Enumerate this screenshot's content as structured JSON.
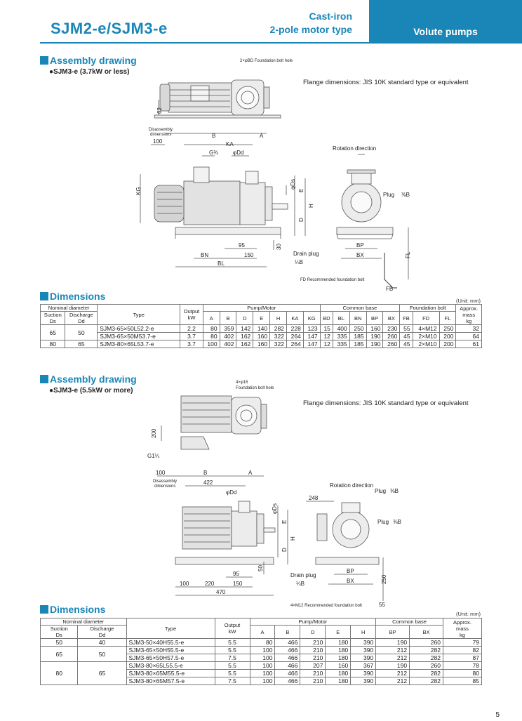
{
  "header": {
    "model": "SJM2-e/SJM3-e",
    "type_line1": "Cast-iron",
    "type_line2": "2-pole motor type",
    "category": "Volute pumps"
  },
  "section1": {
    "assembly_title": "Assembly drawing",
    "subtitle": "●SJM3-e (3.7kW or less)",
    "flange_note": "Flange dimensions: JIS 10K standard type or equivalent",
    "drawing_labels": {
      "bolt_hole": "2×φBD  Foundation bolt hole",
      "d62": "62",
      "disassembly": "Disassembly",
      "dimensions": "dimensions",
      "d100": "100",
      "B": "B",
      "A": "A",
      "KA": "KA",
      "G": "G¾",
      "Dd": "φDd",
      "Ds": "φDs",
      "KG": "KG",
      "E": "E",
      "H": "H",
      "D": "D",
      "d95": "95",
      "d30": "30",
      "BN": "BN",
      "d150": "150",
      "BL": "BL",
      "drain": "Drain plug",
      "drain_size": "¼B",
      "rotation": "Rotation direction",
      "plug": "Plug",
      "plug_size": "⅜B",
      "BP": "BP",
      "BX": "BX",
      "FL": "FL",
      "FB": "FB",
      "fd_note": "FD Recommended foundation bolt"
    },
    "dimensions_title": "Dimensions",
    "unit": "(Unit: mm)",
    "table": {
      "h_nominal": "Nominal diameter",
      "h_type": "Type",
      "h_output": "Output",
      "h_output_unit": "kW",
      "h_pump": "Pump/Motor",
      "h_base": "Common base",
      "h_bolt": "Foundation bolt",
      "h_mass1": "Approx.",
      "h_mass2": "mass",
      "h_mass3": "kg",
      "h_suction": "Suction",
      "h_ds": "Ds",
      "h_discharge": "Discharge",
      "h_dd": "Dd",
      "cols": [
        "A",
        "B",
        "D",
        "E",
        "H",
        "KA",
        "KG",
        "BD",
        "BL",
        "BN",
        "BP",
        "BX",
        "FB",
        "FD",
        "FL"
      ],
      "rows": [
        {
          "suction": "65",
          "discharge": "50",
          "type": "SJM3-65×50L52.2-e",
          "kw": "2.2",
          "vals": [
            "80",
            "359",
            "142",
            "140",
            "282",
            "228",
            "123",
            "15",
            "400",
            "250",
            "160",
            "230",
            "55",
            "4×M12",
            "250"
          ],
          "mass": "32"
        },
        {
          "suction": "",
          "discharge": "",
          "type": "SJM3-65×50M53.7-e",
          "kw": "3.7",
          "vals": [
            "80",
            "402",
            "162",
            "160",
            "322",
            "264",
            "147",
            "12",
            "335",
            "185",
            "190",
            "260",
            "45",
            "2×M10",
            "200"
          ],
          "mass": "64"
        },
        {
          "suction": "80",
          "discharge": "65",
          "type": "SJM3-80×65L53.7-e",
          "kw": "3.7",
          "vals": [
            "100",
            "402",
            "162",
            "160",
            "322",
            "264",
            "147",
            "12",
            "335",
            "185",
            "190",
            "260",
            "45",
            "2×M10",
            "200"
          ],
          "mass": "61"
        }
      ]
    }
  },
  "section2": {
    "assembly_title": "Assembly drawing",
    "subtitle": "●SJM3-e (5.5kW or more)",
    "flange_note": "Flange dimensions: JIS 10K standard type or equivalent",
    "drawing_labels": {
      "bolt_hole1": "4×φ15",
      "bolt_hole2": "Foundation bolt hole",
      "d200": "200",
      "G": "G1¼",
      "d100": "100",
      "B": "B",
      "A": "A",
      "disassembly": "Disassembly",
      "dimensions": "dimensions",
      "d422": "422",
      "Dd": "φDd",
      "Ds": "φDs",
      "E": "E",
      "H": "H",
      "D": "D",
      "d50": "50",
      "d95": "95",
      "d100b": "100",
      "d220": "220",
      "d150": "150",
      "d470": "470",
      "rotation": "Rotation direction",
      "plug": "Plug",
      "plug_size": "⅜B",
      "d248": "248",
      "drain": "Drain plug",
      "drain_size": "¼B",
      "BP": "BP",
      "BX": "BX",
      "d250": "250",
      "d55": "55",
      "bolt_note": "4×M12 Recommended foundation bolt"
    },
    "dimensions_title": "Dimensions",
    "unit": "(Unit: mm)",
    "table": {
      "h_nominal": "Nominal diameter",
      "h_type": "Type",
      "h_output": "Output",
      "h_output_unit": "kW",
      "h_pump": "Pump/Motor",
      "h_base": "Common base",
      "h_mass1": "Approx.",
      "h_mass2": "mass",
      "h_mass3": "kg",
      "h_suction": "Suction",
      "h_ds": "Ds",
      "h_discharge": "Discharge",
      "h_dd": "Dd",
      "cols": [
        "A",
        "B",
        "D",
        "E",
        "H",
        "BP",
        "BX"
      ],
      "rows": [
        {
          "suction": "50",
          "discharge": "40",
          "type": "SJM3-50×40H55.5-e",
          "kw": "5.5",
          "vals": [
            "80",
            "466",
            "210",
            "180",
            "390",
            "190",
            "260"
          ],
          "mass": "79"
        },
        {
          "suction": "65",
          "discharge": "50",
          "type": "SJM3-65×50H55.5-e",
          "kw": "5.5",
          "vals": [
            "100",
            "466",
            "210",
            "180",
            "390",
            "212",
            "282"
          ],
          "mass": "82"
        },
        {
          "suction": "",
          "discharge": "",
          "type": "SJM3-65×50H57.5-e",
          "kw": "7.5",
          "vals": [
            "100",
            "466",
            "210",
            "180",
            "390",
            "212",
            "282"
          ],
          "mass": "87"
        },
        {
          "suction": "80",
          "discharge": "65",
          "type": "SJM3-80×65L55.5-e",
          "kw": "5.5",
          "vals": [
            "100",
            "466",
            "207",
            "160",
            "367",
            "190",
            "260"
          ],
          "mass": "78"
        },
        {
          "suction": "",
          "discharge": "",
          "type": "SJM3-80×65M55.5-e",
          "kw": "5.5",
          "vals": [
            "100",
            "466",
            "210",
            "180",
            "390",
            "212",
            "282"
          ],
          "mass": "80"
        },
        {
          "suction": "",
          "discharge": "",
          "type": "SJM3-80×65M57.5-e",
          "kw": "7.5",
          "vals": [
            "100",
            "466",
            "210",
            "180",
            "390",
            "212",
            "282"
          ],
          "mass": "85"
        }
      ]
    }
  },
  "page_number": "5",
  "colors": {
    "accent": "#1a86b8",
    "line": "#555555"
  }
}
